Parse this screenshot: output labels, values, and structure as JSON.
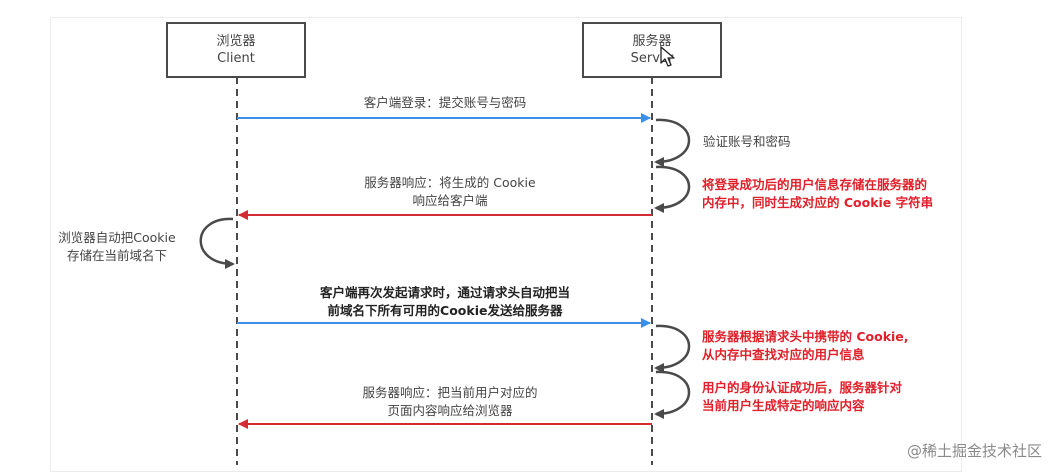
{
  "actors": {
    "client": {
      "name": "浏览器",
      "sub": "Client"
    },
    "server": {
      "name": "服务器",
      "sub": "Server"
    }
  },
  "messages": {
    "m1": "客户端登录：提交账号与密码",
    "m2a": "服务器响应：将生成的 Cookie",
    "m2b": "响应给客户端",
    "m3a": "客户端再次发起请求时，通过请求头自动把当",
    "m3b": "前域名下所有可用的Cookie发送给服务器",
    "m4a": "服务器响应：把当前用户对应的",
    "m4b": "页面内容响应给浏览器"
  },
  "self_notes": {
    "verify": "验证账号和密码",
    "store1": "将登录成功后的用户信息存储在服务器的",
    "store2": "内存中，同时生成对应的 Cookie 字符串",
    "client1": "浏览器自动把Cookie",
    "client2": "存储在当前域名下",
    "lookup1": "服务器根据请求头中携带的 Cookie,",
    "lookup2": "从内存中查找对应的用户信息",
    "auth1": "用户的身份认证成功后，服务器针对",
    "auth2": "当前用户生成特定的响应内容"
  },
  "watermark": "@稀土掘金技术社区",
  "colors": {
    "request": "#3d8ee8",
    "response": "#d42a33",
    "note_red": "#e0202a",
    "line": "#4a4a4a"
  }
}
